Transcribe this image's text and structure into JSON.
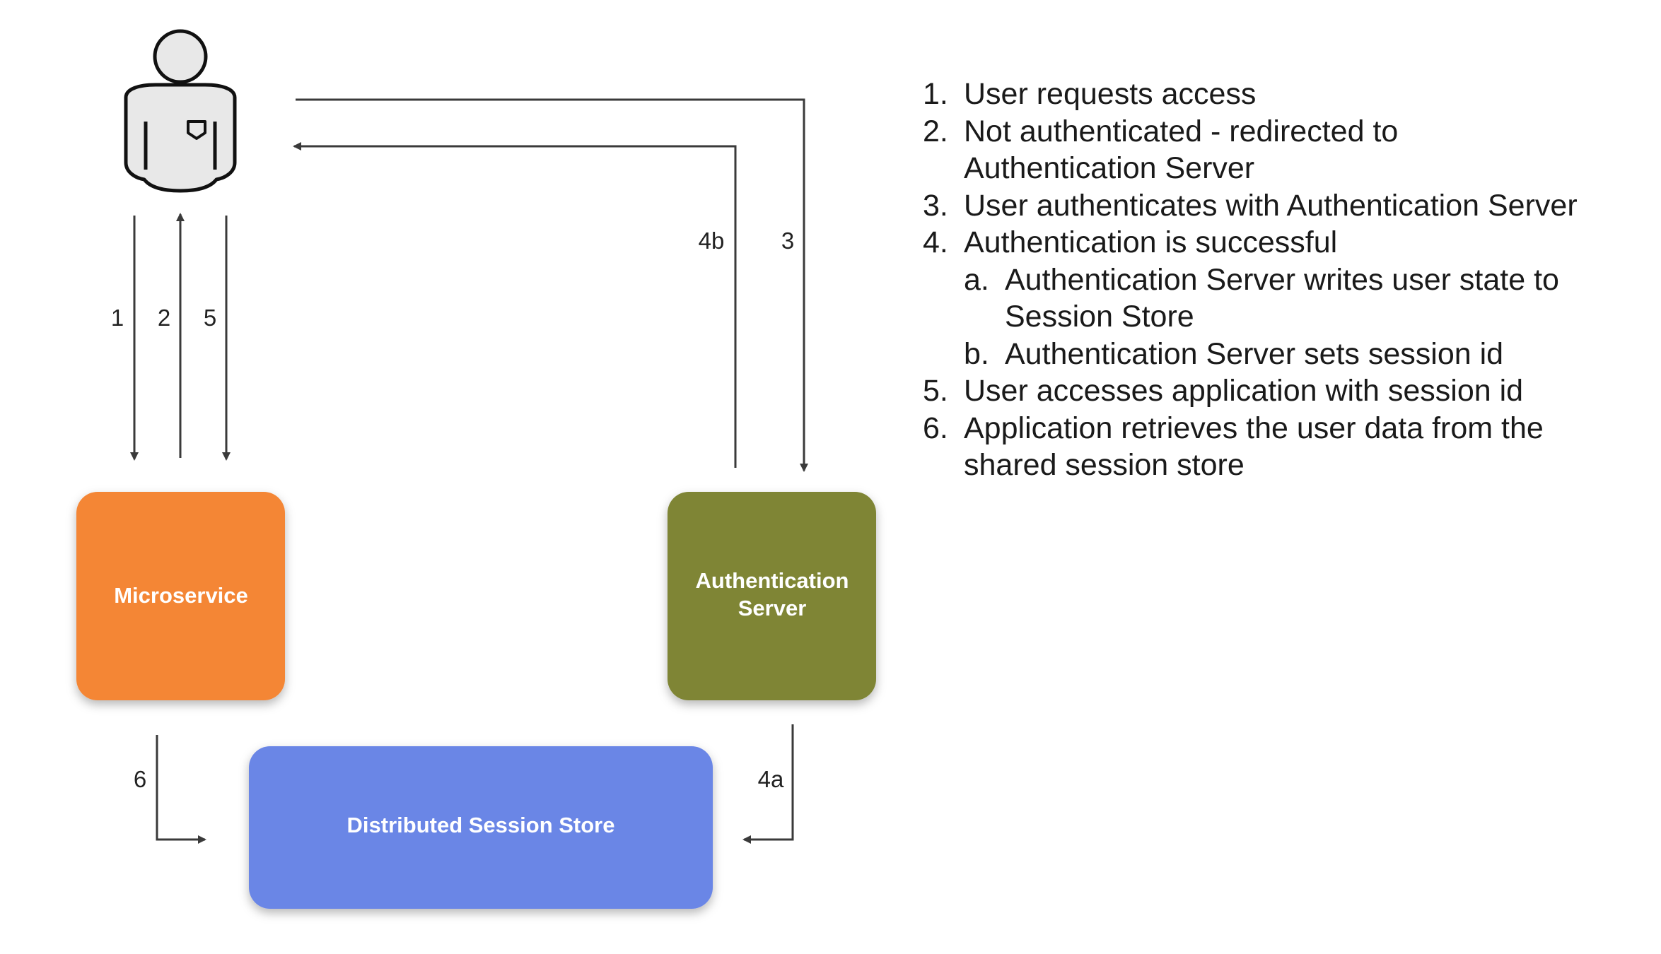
{
  "nodes": {
    "microservice": {
      "label": "Microservice",
      "color": "#F48635"
    },
    "auth_server": {
      "label_lines": [
        "Authentication",
        "Server"
      ],
      "color": "#7F8536"
    },
    "session_store": {
      "label": "Distributed Session Store",
      "color": "#6B86E6"
    }
  },
  "user_icon": "person-icon",
  "edge_labels": {
    "e1": "1",
    "e2": "2",
    "e5": "5",
    "e4b": "4b",
    "e3": "3",
    "e6": "6",
    "e4a": "4a"
  },
  "steps": [
    {
      "num": "1.",
      "lines": [
        "User requests access"
      ]
    },
    {
      "num": "2.",
      "lines": [
        "Not authenticated - redirected to",
        "Authentication Server"
      ]
    },
    {
      "num": "3.",
      "lines": [
        "User authenticates with Authentication Server"
      ]
    },
    {
      "num": "4.",
      "lines": [
        "Authentication is successful"
      ],
      "sub": [
        {
          "num": "a.",
          "lines": [
            "Authentication Server writes user state to",
            "Session Store"
          ]
        },
        {
          "num": "b.",
          "lines": [
            "Authentication Server sets session id"
          ]
        }
      ]
    },
    {
      "num": "5.",
      "lines": [
        "User accesses application with session id"
      ]
    },
    {
      "num": "6.",
      "lines": [
        "Application retrieves the user data from the",
        "shared session store"
      ]
    }
  ],
  "colors": {
    "arrow": "#3a3a3a",
    "icon_fill": "#E8E8E8",
    "icon_stroke": "#111111"
  }
}
